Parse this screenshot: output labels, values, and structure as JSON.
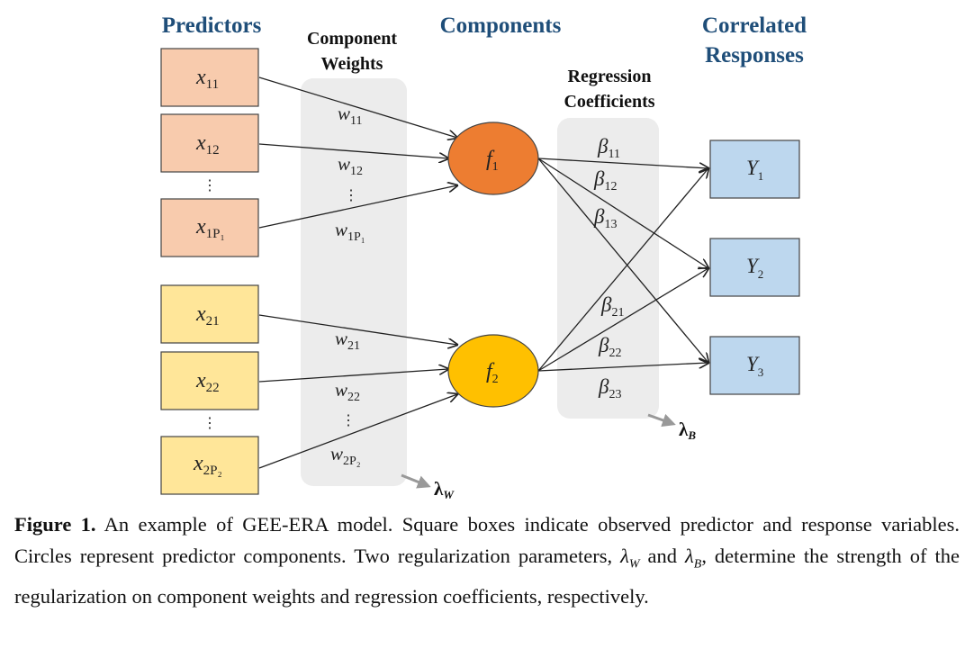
{
  "headers": {
    "predictors": "Predictors",
    "component_weights_1": "Component",
    "component_weights_2": "Weights",
    "components": "Components",
    "regression_coefficients_1": "Regression",
    "regression_coefficients_2": "Coefficients",
    "correlated_responses_1": "Correlated",
    "correlated_responses_2": "Responses"
  },
  "predictors": [
    {
      "base": "x",
      "sub": "11"
    },
    {
      "base": "x",
      "sub": "12"
    },
    {
      "base": "x",
      "sub": "1P₁"
    },
    {
      "base": "x",
      "sub": "21"
    },
    {
      "base": "x",
      "sub": "22"
    },
    {
      "base": "x",
      "sub": "2P₂"
    }
  ],
  "weights": [
    {
      "base": "w",
      "sub": "11"
    },
    {
      "base": "w",
      "sub": "12"
    },
    {
      "base": "w",
      "sub": "1P₁"
    },
    {
      "base": "w",
      "sub": "21"
    },
    {
      "base": "w",
      "sub": "22"
    },
    {
      "base": "w",
      "sub": "2P₂"
    }
  ],
  "components": [
    {
      "base": "f",
      "sub": "1"
    },
    {
      "base": "f",
      "sub": "2"
    }
  ],
  "coefficients": [
    {
      "base": "β",
      "sub": "11"
    },
    {
      "base": "β",
      "sub": "12"
    },
    {
      "base": "β",
      "sub": "13"
    },
    {
      "base": "β",
      "sub": "21"
    },
    {
      "base": "β",
      "sub": "22"
    },
    {
      "base": "β",
      "sub": "23"
    }
  ],
  "responses": [
    {
      "base": "Y",
      "sub": "1"
    },
    {
      "base": "Y",
      "sub": "2"
    },
    {
      "base": "Y",
      "sub": "3"
    }
  ],
  "ellipsis": "⋮",
  "lambda_w": {
    "base": "λ",
    "sub": "W"
  },
  "lambda_b": {
    "base": "λ",
    "sub": "B"
  },
  "caption": {
    "label": "Figure 1.",
    "text_1": " An example of GEE-ERA model. Square boxes indicate observed predictor and response variables. Circles represent predictor components. Two regularization parameters, ",
    "lw_base": "λ",
    "lw_sub": "W",
    "text_2": " and ",
    "lb_base": "λ",
    "lb_sub": "B",
    "text_3": ", determine the strength of the regularization on component weights and regression coefficients, respectively."
  },
  "colors": {
    "predictor_group1": "#f8cbad",
    "predictor_group2": "#ffe699",
    "component_f1": "#ed7d31",
    "component_f2": "#ffc000",
    "response": "#bdd7ee",
    "shaded_panel": "#ececec",
    "header": "#1f4e79"
  }
}
